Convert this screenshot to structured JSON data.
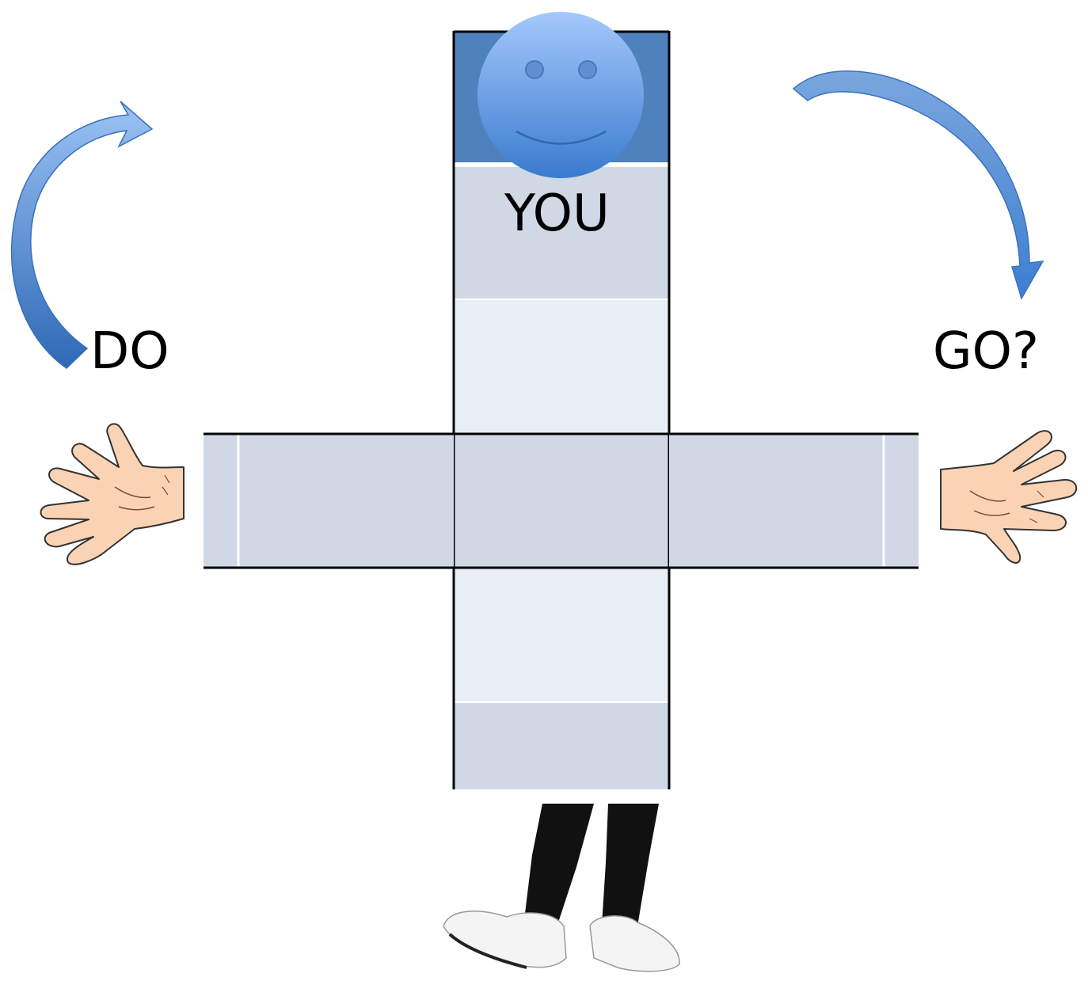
{
  "labels": {
    "you": "YOU",
    "do": "DO",
    "go": "GO?"
  },
  "colors": {
    "head_block": "#4f81bd",
    "body_panel": "#d0d8e6",
    "body_panel_light": "#e8eef5",
    "face_top": "#9cc3fa",
    "face_bottom": "#3c7fd0",
    "arrow": "#4a86d4",
    "outline": "#000000",
    "skin": "#fad3b4",
    "legs": "#111111",
    "shoes": "#f4f4f4"
  }
}
